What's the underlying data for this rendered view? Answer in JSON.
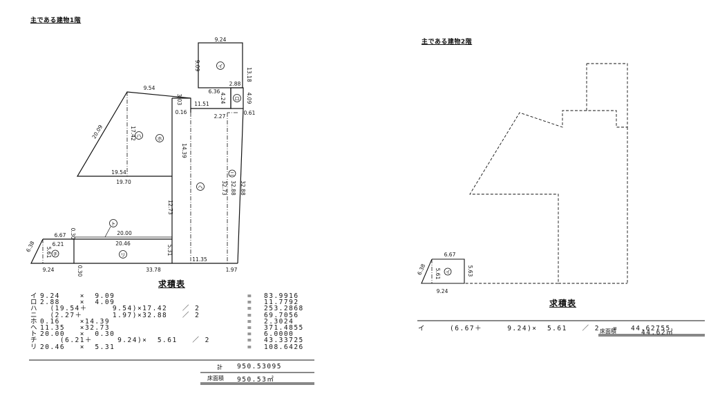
{
  "floor1": {
    "title": "主である建物1階",
    "dims": {
      "d_924_top": "9.24",
      "d_909": "9.09",
      "d_1318": "13.18",
      "d_288": "2.88",
      "d_636": "6.36",
      "d_954": "9.54",
      "d_303": "3.03",
      "d_1151": "11.51",
      "d_424": "4.24",
      "d_409": "4.09",
      "d_016": "0.16",
      "d_061": "0.61",
      "d_227": "2.27",
      "d_2009": "20.09",
      "d_1742": "17.42",
      "d_1439": "14.39",
      "d_1954": "19.54",
      "d_1970": "19.70",
      "d_3273": "32.73",
      "d_3288a": "32.88",
      "d_3288b": "32.88",
      "d_1273": "12.73",
      "d_667": "6.67",
      "d_030a": "0.30",
      "d_2000": "20.00",
      "d_638": "6.38",
      "d_621": "6.21",
      "d_561": "5.61",
      "d_2046": "20.46",
      "d_531": "5.31",
      "d_924_bot": "9.24",
      "d_030b": "0.30",
      "d_3378": "33.78",
      "d_1135": "11.35",
      "d_197": "1.97"
    },
    "marks": {
      "i": "イ",
      "ro": "ロ",
      "ha": "ハ",
      "ni": "ニ",
      "ho": "ホ",
      "he": "ヘ",
      "to": "ト",
      "chi": "チ",
      "ri": "リ"
    },
    "table_title": "求積表",
    "rows": [
      {
        "mark": "イ",
        "expr": "9.24    ×  9.09",
        "eq": "=",
        "res": "83.9916"
      },
      {
        "mark": "ロ",
        "expr": "2.88    ×  4.09",
        "eq": "=",
        "res": "11.7792"
      },
      {
        "mark": "ハ",
        "expr": "  (19.54＋     9.54)×17.42   ／ 2",
        "eq": "=",
        "res": "253.2868"
      },
      {
        "mark": "ニ",
        "expr": "  (2.27＋      1.97)×32.88   ／ 2",
        "eq": "=",
        "res": "69.7056"
      },
      {
        "mark": "ホ",
        "expr": "0.16    ×14.39",
        "eq": "=",
        "res": "2.3024"
      },
      {
        "mark": "ヘ",
        "expr": "11.35   ×32.73",
        "eq": "=",
        "res": "371.4855"
      },
      {
        "mark": "ト",
        "expr": "20.00   ×  0.30",
        "eq": "=",
        "res": "6.0000"
      },
      {
        "mark": "チ",
        "expr": "    (6.21＋     9.24)×  5.61   ／ 2",
        "eq": "=",
        "res": "43.33725"
      },
      {
        "mark": "リ",
        "expr": "20.46   ×  5.31",
        "eq": "=",
        "res": "108.6426"
      }
    ],
    "total_label": "計",
    "total_value": "950.53095",
    "area_label": "床面積",
    "area_value": "950.53㎡"
  },
  "floor2": {
    "title": "主である建物2階",
    "dims": {
      "d_667": "6.67",
      "d_638": "6.38",
      "d_561": "5.61",
      "d_563": "5.63",
      "d_924": "9.24"
    },
    "mark_i": "イ",
    "table_title": "求積表",
    "row": {
      "mark": "イ",
      "expr": "(6.67＋     9.24)×  5.61   ／ 2",
      "eq": "=",
      "res": "44.62755"
    },
    "area_label": "床面積",
    "area_value": "44.62㎡"
  }
}
